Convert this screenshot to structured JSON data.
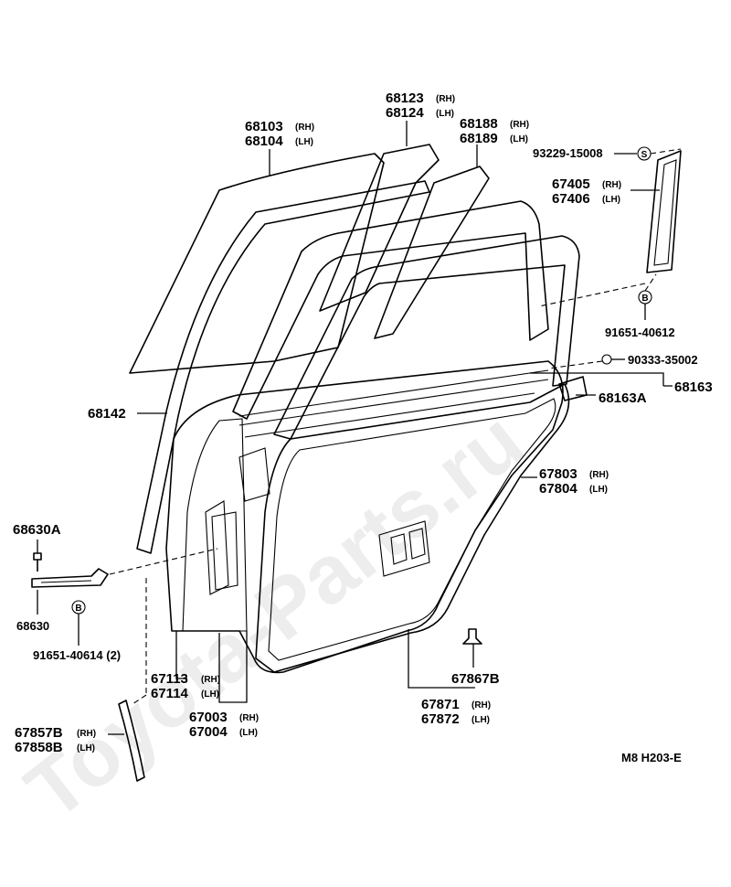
{
  "watermark": "Toyota-Parts.ru",
  "footer_code": "M8  H203-E",
  "side": {
    "rh": "(RH)",
    "lh": "(LH)"
  },
  "callouts": {
    "p68103": "68103",
    "p68104": "68104",
    "p68123": "68123",
    "p68124": "68124",
    "p68188": "68188",
    "p68189": "68189",
    "p93229": "93229-15008",
    "p67405": "67405",
    "p67406": "67406",
    "p91651_40612": "91651-40612",
    "p90333": "90333-35002",
    "p68163": "68163",
    "p68163A": "68163A",
    "p68142": "68142",
    "p67803": "67803",
    "p67804": "67804",
    "p68630A": "68630A",
    "p68630": "68630",
    "p91651_40614": "91651-40614 (2)",
    "p67867B": "67867B",
    "p67113": "67113",
    "p67114": "67114",
    "p67003": "67003",
    "p67004": "67004",
    "p67871": "67871",
    "p67872": "67872",
    "p67857B": "67857B",
    "p67858B": "67858B"
  },
  "symbols": {
    "s_mark": "S",
    "b_mark": "B"
  }
}
